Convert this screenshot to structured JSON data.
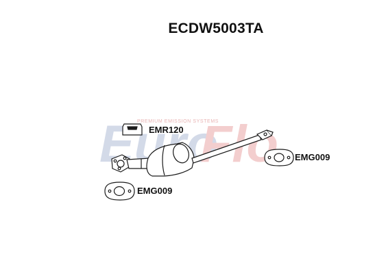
{
  "part_number": "ECDW5003TA",
  "components": [
    {
      "code": "EMR120",
      "icon": "rubber-hanger-icon"
    },
    {
      "code": "EMG009",
      "icon": "gasket-icon"
    },
    {
      "code": "EMG009",
      "icon": "gasket-icon"
    }
  ],
  "watermark": {
    "brand": "EuroFlo",
    "tagline": "PREMIUM EMISSION SYSTEMS"
  },
  "colors": {
    "line": "#1a1a1a",
    "watermark_blue": "#cfd6e6",
    "watermark_red": "#f2c9c9",
    "part_fill": "#ffffff"
  }
}
